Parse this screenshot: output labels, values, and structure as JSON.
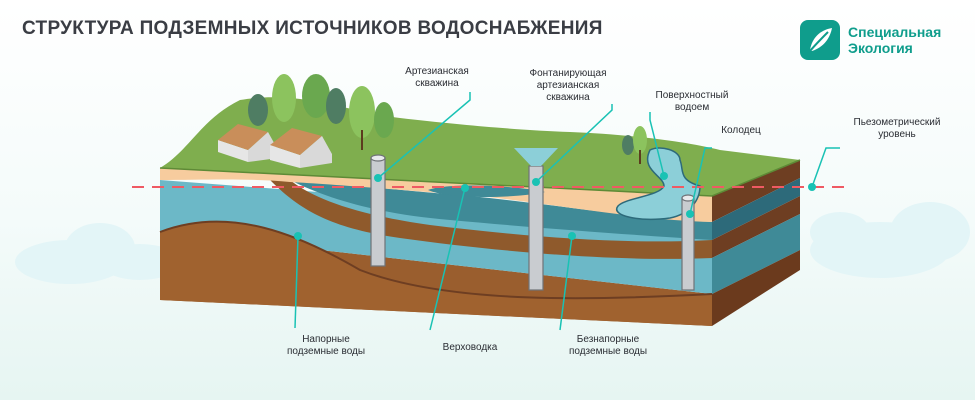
{
  "title": "СТРУКТУРА ПОДЗЕМНЫХ ИСТОЧНИКОВ ВОДОСНАБЖЕНИЯ",
  "logo": {
    "line1": "Специальная",
    "line2": "Экология",
    "color": "#0f9d8c"
  },
  "labels": {
    "artesian_well": [
      "Артезианская",
      "скважина"
    ],
    "flowing_well": [
      "Фонтанирующая",
      "артезианская",
      "скважина"
    ],
    "surface_water": [
      "Поверхностный",
      "водоем"
    ],
    "dug_well": [
      "Колодец"
    ],
    "piezometric": [
      "Пьезометрический",
      "уровень"
    ],
    "pressure_water": [
      "Напорные",
      "подземные воды"
    ],
    "perched_water": [
      "Верховодка"
    ],
    "free_water": [
      "Безнапорные",
      "подземные воды"
    ]
  },
  "colors": {
    "grass": "#7fae4e",
    "sand": "#f7cc9e",
    "aquifer": "#6fb9c8",
    "clay": "#8f5a2c",
    "leader": "#19c2b4",
    "piezo_line": "#ef5a63"
  }
}
